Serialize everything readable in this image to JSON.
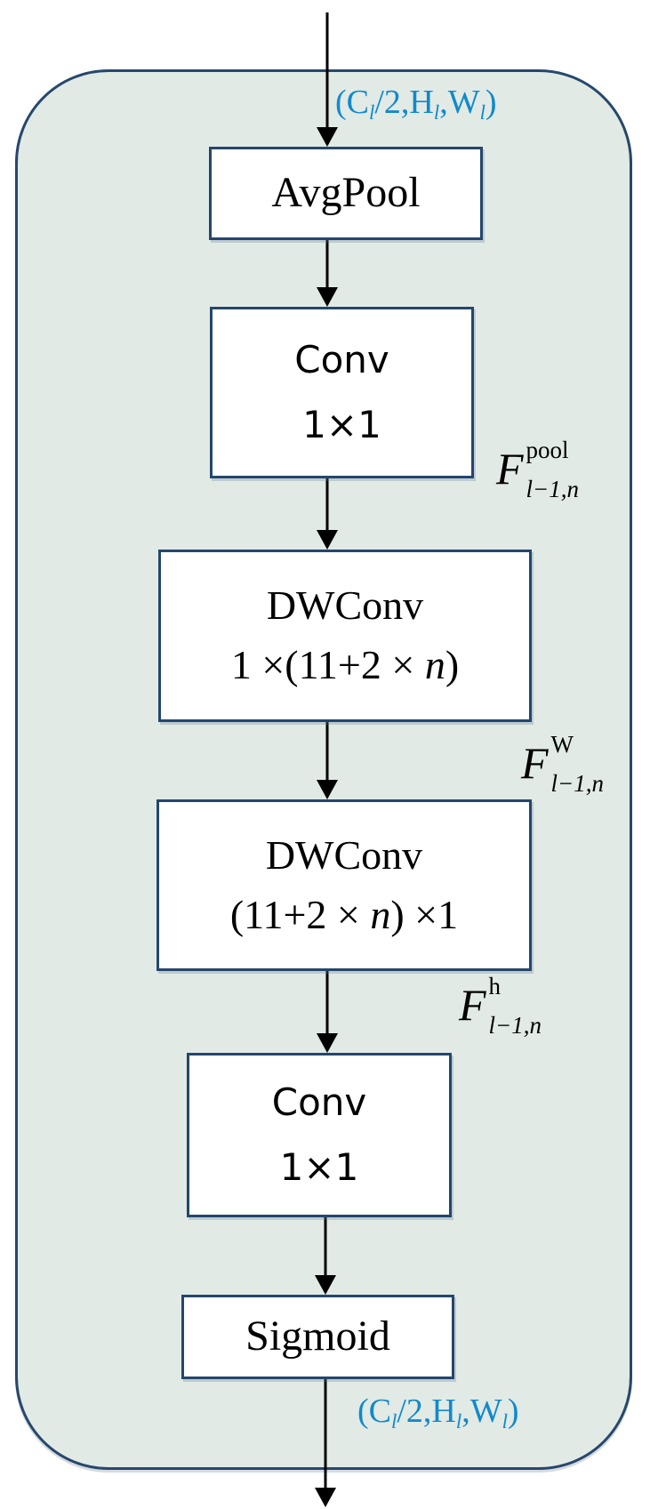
{
  "figure": {
    "type": "flow-diagram",
    "description": "Channel attention branch: AvgPool, 1x1 Conv, two depth-wise strip convolutions, 1x1 Conv, Sigmoid inside a rounded module"
  },
  "colors": {
    "container_fill": "#e1eae5",
    "container_border": "#27486d",
    "node_fill": "#ffffff",
    "node_border": "#24466e",
    "arrow": "#000000",
    "shape_label": "#1289cc"
  },
  "nodes": {
    "avgpool": {
      "label": "AvgPool"
    },
    "conv_reduce": {
      "line1": "Conv",
      "line2": "1×1"
    },
    "dwconv_w": {
      "line1": "DWConv",
      "line2_segments": [
        [
          "1 ×(11+2 × "
        ],
        [
          "n",
          "i"
        ],
        [
          ")"
        ]
      ]
    },
    "dwconv_h": {
      "line1": "DWConv",
      "line2_segments": [
        [
          "(11+2 × "
        ],
        [
          "n",
          "i"
        ],
        [
          ") ×1"
        ]
      ]
    },
    "conv_expand": {
      "line1": "Conv",
      "line2": "1×1"
    },
    "sigmoid": {
      "label": "Sigmoid"
    }
  },
  "labels": {
    "input_shape_segments": [
      [
        "(C"
      ],
      [
        "l",
        "sub"
      ],
      [
        "/2,H"
      ],
      [
        "l",
        "sub"
      ],
      [
        ",W"
      ],
      [
        "l",
        "sub"
      ],
      [
        ")"
      ]
    ],
    "output_shape_segments": [
      [
        "(C"
      ],
      [
        "l",
        "sub"
      ],
      [
        "/2,H"
      ],
      [
        "l",
        "sub"
      ],
      [
        ",W"
      ],
      [
        "l",
        "sub"
      ],
      [
        ")"
      ]
    ],
    "f_pool": {
      "base": "F",
      "sup": "pool",
      "sub": "l−1,n"
    },
    "f_w": {
      "base": "F",
      "sup": "W",
      "sub": "l−1,n"
    },
    "f_h": {
      "base": "F",
      "sup": "h",
      "sub": "l−1,n"
    }
  }
}
